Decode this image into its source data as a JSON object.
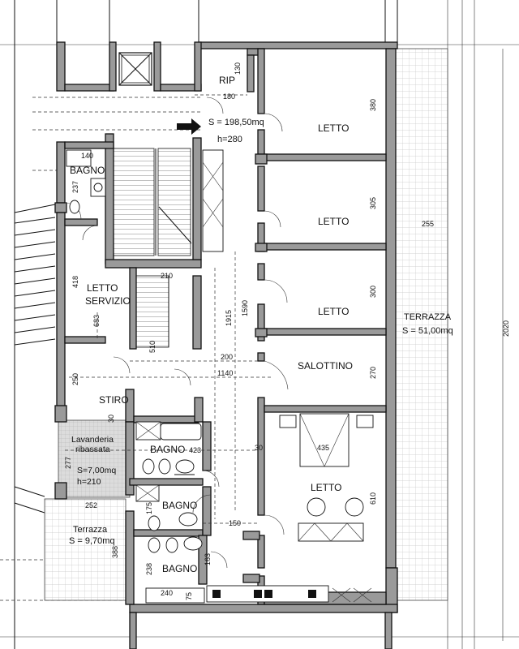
{
  "rooms": {
    "rip": "RIP",
    "letto_1": "LETTO",
    "letto_2": "LETTO",
    "letto_3": "LETTO",
    "salottino": "SALOTTINO",
    "letto_4": "LETTO",
    "bagno_top": "BAGNO",
    "letto_servizio_1": "LETTO",
    "letto_servizio_2": "SERVIZIO",
    "stiro": "STIRO",
    "bagno_1": "BAGNO",
    "bagno_2": "BAGNO",
    "bagno_3": "BAGNO",
    "lavanderia_1": "Lavanderia",
    "lavanderia_2": "ribassata",
    "lavanderia_s": "S=7,00mq",
    "lavanderia_h": "h=210",
    "terrazza_small": "Terrazza",
    "terrazza_small_s": "S = 9,70mq",
    "terrazza_big": "TERRAZZA",
    "terrazza_big_s": "S = 51,00mq",
    "surface": "S = 198,50mq",
    "height": "h=280"
  },
  "dimensions": {
    "d130": "130",
    "d180": "180",
    "d380": "380",
    "d305": "305",
    "d300": "300",
    "d270": "270",
    "d610": "610",
    "d255": "255",
    "d2020": "2020",
    "d140": "140",
    "d237": "237",
    "d418": "418",
    "d683": "683",
    "d210": "210",
    "d510": "510",
    "d1915": "1915",
    "d1590": "1590",
    "d200": "200",
    "d1140": "1140",
    "d250": "250",
    "d30a": "30",
    "d423": "423",
    "d30b": "30",
    "d435": "435",
    "d277": "277",
    "d252": "252",
    "d175": "175",
    "d150": "150",
    "d388": "388",
    "d163": "163",
    "d238": "238",
    "d240": "240",
    "d75": "75"
  },
  "colors": {
    "wall_fill": "#9a9a9a",
    "line": "#111111",
    "terrace_hatch": "#cfcfcf",
    "laundry_fill": "#d6d6d6"
  }
}
